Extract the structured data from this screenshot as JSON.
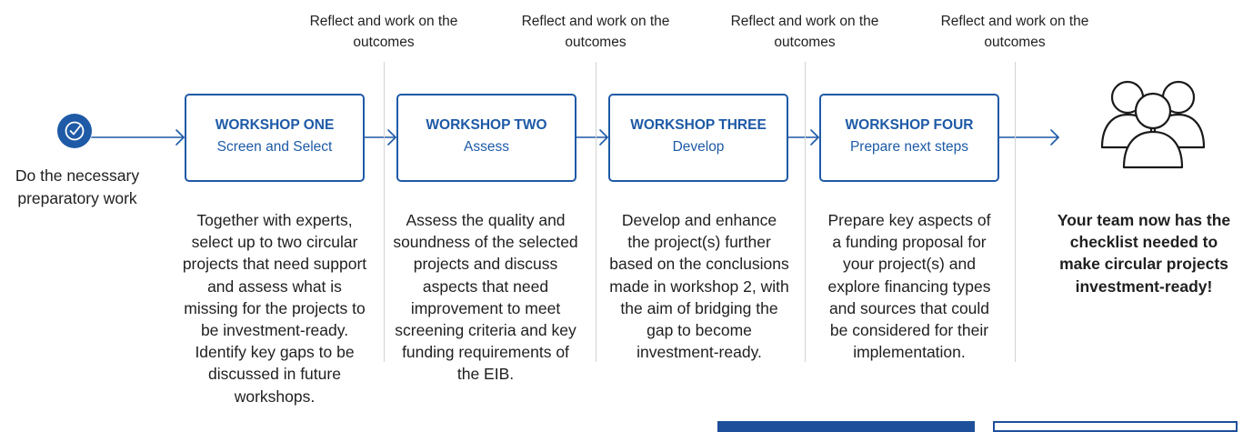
{
  "preparation": {
    "label": "Do the necessary preparatory work",
    "icon": "check-circle-icon"
  },
  "reflect_labels": [
    "Reflect and work on the outcomes",
    "Reflect and work on the outcomes",
    "Reflect and work on the outcomes",
    "Reflect and work on the outcomes"
  ],
  "workshops": [
    {
      "title": "WORKSHOP ONE",
      "subtitle": "Screen and Select",
      "description": "Together with experts, select up to two circular projects that need support and assess what is missing for the projects to be investment-ready. Identify key gaps to be discussed in future workshops."
    },
    {
      "title": "WORKSHOP TWO",
      "subtitle": "Assess",
      "description": "Assess the quality and soundness of the selected projects and discuss aspects that need improvement to meet screening criteria and key funding requirements of the EIB."
    },
    {
      "title": "WORKSHOP THREE",
      "subtitle": "Develop",
      "description": "Develop and enhance the project(s) further based on the conclusions made in workshop 2, with the aim of bridging the gap to become investment-ready."
    },
    {
      "title": "WORKSHOP FOUR",
      "subtitle": "Prepare next steps",
      "description": "Prepare key aspects of a funding proposal for your project(s) and explore financing types and sources that could be considered for their implementation."
    }
  ],
  "outcome": {
    "text": "Your team now has the checklist needed to make circular projects investment-ready!",
    "icon": "team-icon"
  },
  "colors": {
    "accent": "#1e5aa6",
    "divider": "#d3d3d3",
    "text": "#1f1f1f"
  }
}
